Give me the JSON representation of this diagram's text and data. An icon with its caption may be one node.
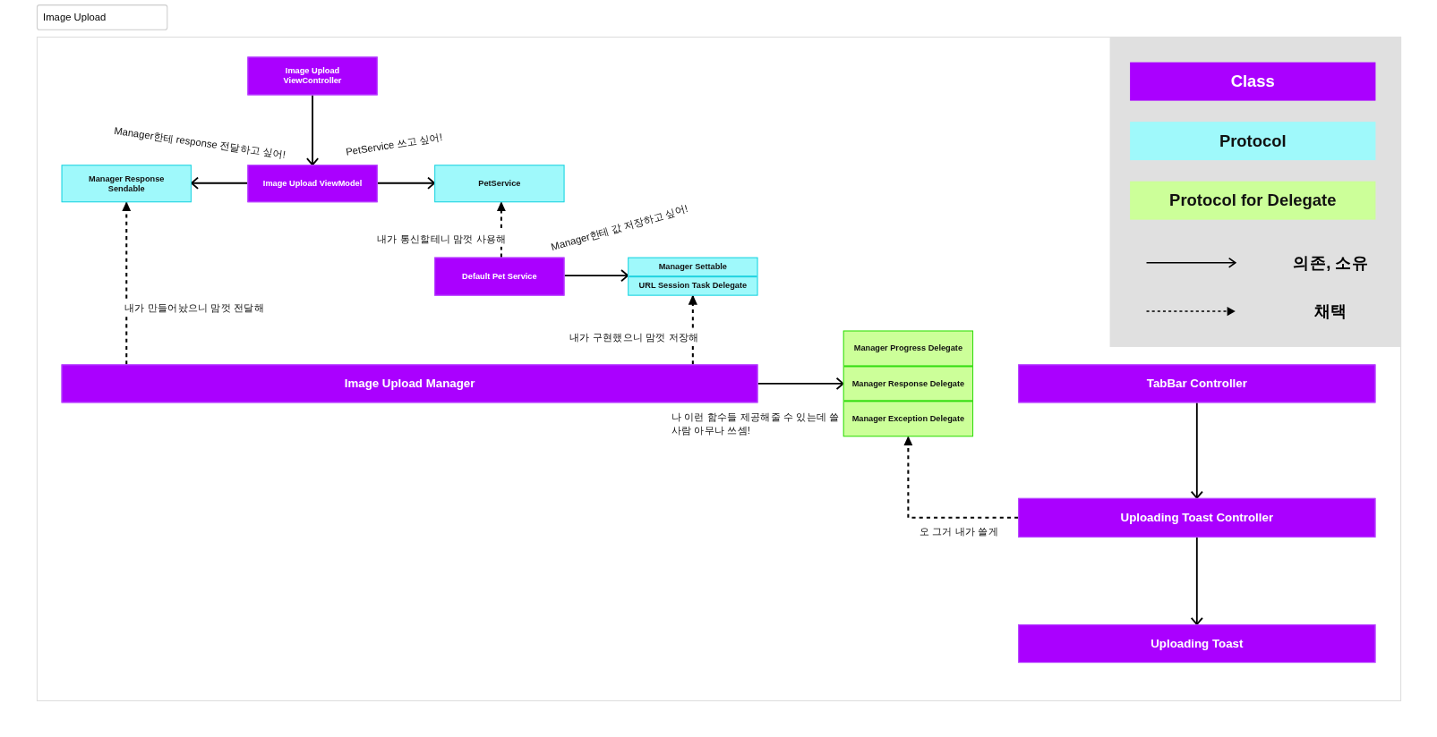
{
  "diagram": {
    "title": "Image Upload",
    "nodes": [
      {
        "text": [
          "Image Upload ViewController"
        ]
      },
      {
        "text": [
          "Manager Response Sendable"
        ]
      },
      {
        "text": [
          "Image Upload ViewModel"
        ]
      },
      {
        "text": [
          "PetService"
        ]
      },
      {
        "text": [
          "Default Pet Service"
        ]
      },
      {
        "text": [
          "Manager Settable",
          "URL Session Task Delegate"
        ]
      },
      {
        "text": [
          "Image Upload Manager"
        ]
      },
      {
        "text": [
          "Manager Progress Delegate",
          "Manager Response Delegate",
          "Manager Exception Delegate"
        ]
      },
      {
        "text": [
          "TabBar Controller"
        ]
      },
      {
        "text": [
          "Uploading Toast Controller"
        ]
      },
      {
        "text": [
          "Uploading Toast"
        ]
      }
    ],
    "edges": [
      {
        "from": 0,
        "to": 2,
        "arrow": "to"
      },
      {
        "from": 2,
        "to": 1,
        "arrow": "to",
        "label": "Manager한테 response 전달하고 싶어!"
      },
      {
        "from": 2,
        "to": 3,
        "arrow": "to",
        "label": "PetService 쓰고 싶어!"
      },
      {
        "from": 4,
        "to": 3,
        "arrow": "to",
        "style": "dashed",
        "label": "내가 통신할테니 맘껏 사용해"
      },
      {
        "from": 4,
        "to": 5,
        "arrow": "to",
        "label": "Manager한테 값 저장하고 싶어!"
      },
      {
        "from": 6,
        "to": 1,
        "arrow": "to",
        "style": "dashed",
        "label": "내가 만들어놨으니 맘껏 전달해"
      },
      {
        "from": 6,
        "to": 5,
        "arrow": "to",
        "style": "dashed",
        "label": "내가 구현했으니 맘껏 저장해"
      },
      {
        "from": 6,
        "to": 7,
        "arrow": "to",
        "label": "나 이런 함수들 제공해줄 수 있는데 쓸사람 아무나 쓰셈!"
      },
      {
        "from": 8,
        "to": 9,
        "arrow": "to"
      },
      {
        "from": 9,
        "to": 10,
        "arrow": "to"
      },
      {
        "from": 9,
        "to": 7,
        "arrow": "to",
        "style": "dashed",
        "label": "오 그거 내가 쓸게"
      }
    ],
    "legend": [
      {
        "text": "Class",
        "color": "#aa00ff"
      },
      {
        "text": "Protocol",
        "color": "#9ff9fb"
      },
      {
        "text": "Protocol for Delegate",
        "color": "#ccff99"
      },
      {
        "text": "의존, 소유"
      },
      {
        "text": "채택"
      }
    ]
  }
}
